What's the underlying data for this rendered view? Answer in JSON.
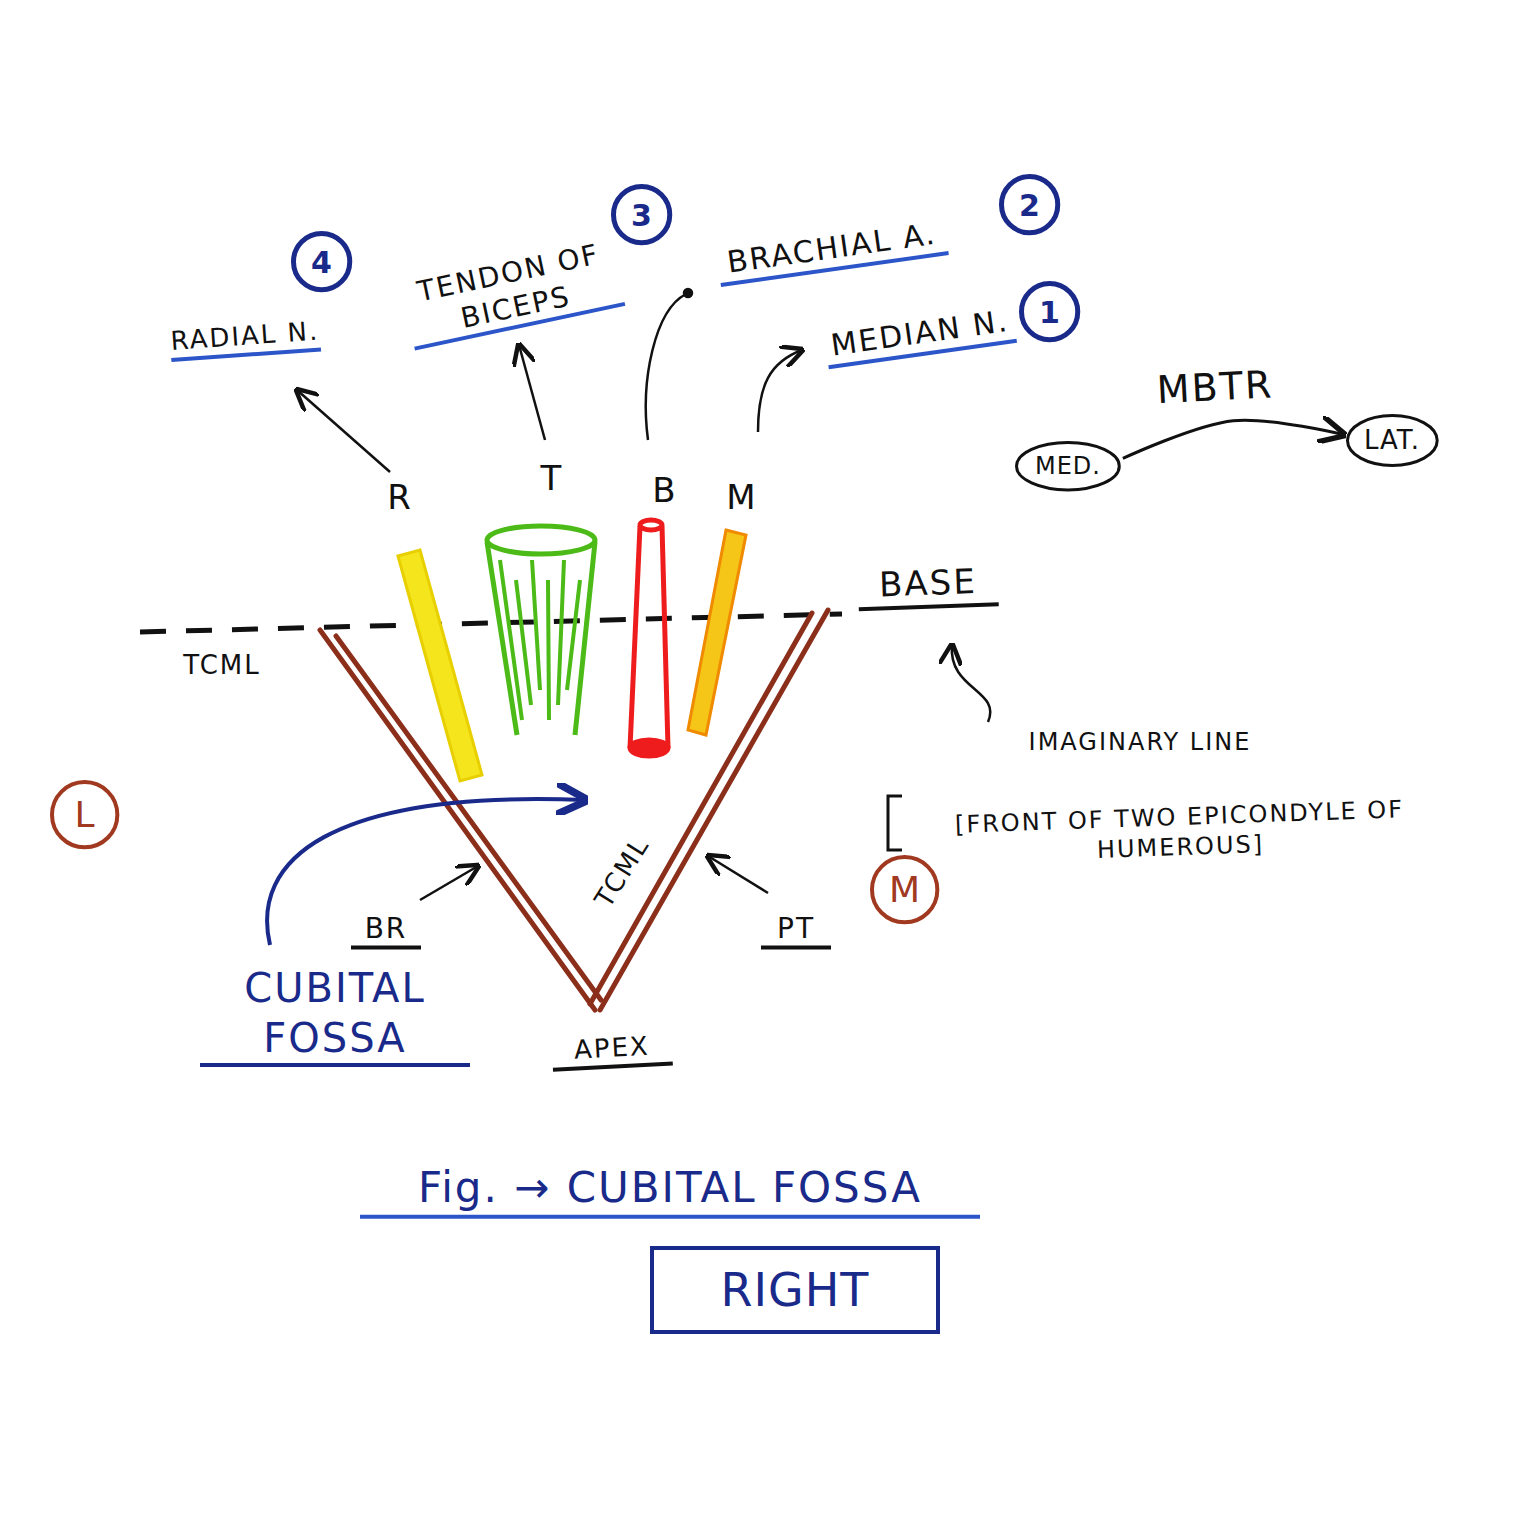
{
  "diagram": {
    "caption": "Fig. → CUBITAL FOSSA",
    "nodes": [
      {
        "text": [
          "4"
        ]
      },
      {
        "text": [
          "3"
        ]
      },
      {
        "text": [
          "2"
        ]
      },
      {
        "text": [
          "1"
        ]
      },
      {
        "text": [
          "MED."
        ]
      },
      {
        "text": [
          "LAT."
        ]
      },
      {
        "text": [
          "L"
        ]
      },
      {
        "text": [
          "M"
        ]
      },
      {
        "text": [
          "RIGHT"
        ]
      }
    ],
    "edges": [
      {
        "from": 4,
        "to": 5,
        "arrow": "to"
      }
    ],
    "labels": [
      "RADIAL N.",
      "TENDON OF BICEPS",
      "BRACHIAL A.",
      "MEDIAN N.",
      "MBTR",
      "R",
      "T",
      "B",
      "M",
      "BASE",
      "TCML",
      "IMAGINARY LINE",
      "[FRONT OF TWO EPICONDYLE OF HUMEROUS]",
      "TCML",
      "BR",
      "PT",
      "CUBITAL FOSSA",
      "APEX"
    ]
  }
}
